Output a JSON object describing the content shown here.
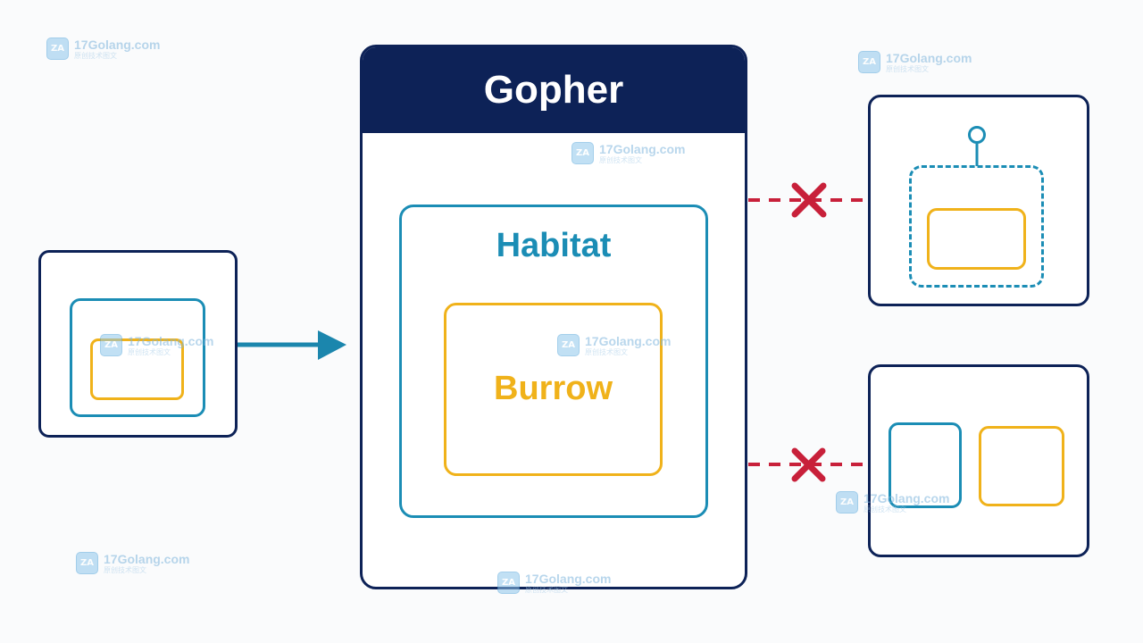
{
  "diagram": {
    "gopher_label": "Gopher",
    "habitat_label": "Habitat",
    "burrow_label": "Burrow"
  },
  "watermark": {
    "domain": "17Golang.com",
    "subtitle": "原创技术图文",
    "logo_glyph": "ZA"
  },
  "colors": {
    "navy": "#0d2257",
    "teal": "#1b8db5",
    "gold": "#f0b21a",
    "forbidden_red": "#c8203a",
    "arrow_blue": "#1b86ad"
  },
  "icons": {
    "copy_arrow": "arrow-right-icon",
    "forbidden_marks": "x-mark-icon",
    "pointer_marker": "pin-icon"
  }
}
